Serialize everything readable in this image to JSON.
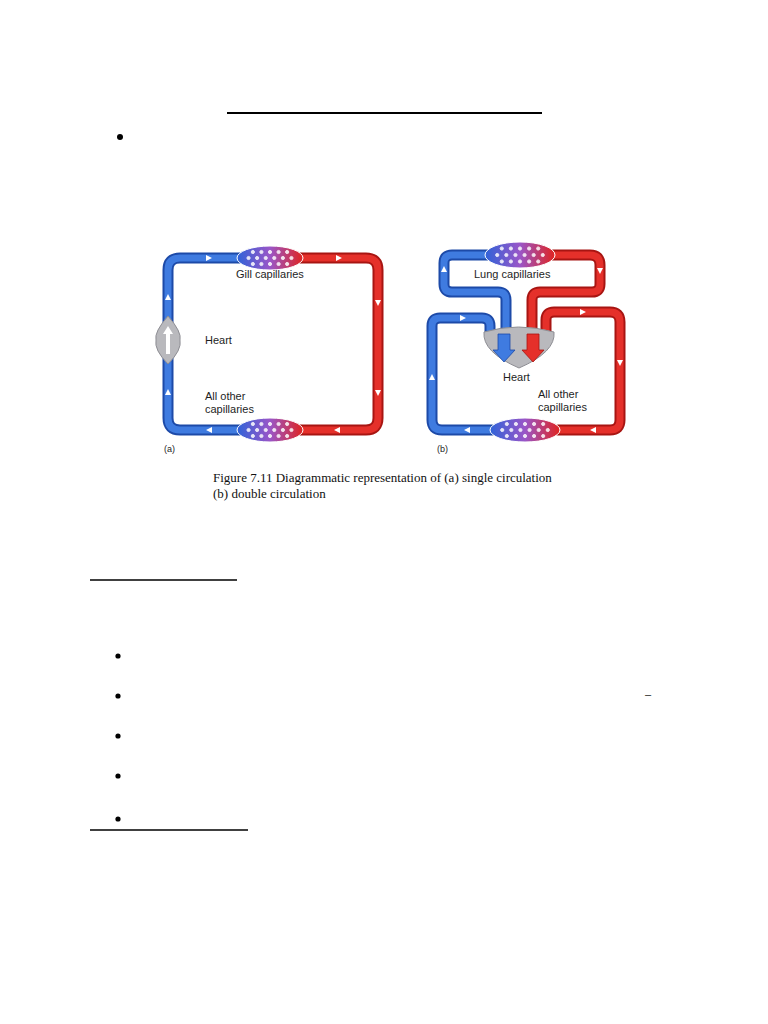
{
  "diagram": {
    "caption": "Figure 7.11 Diagrammatic representation of (a) single circulation (b) double circulation",
    "labels": [
      "Gill capillaries",
      "Heart",
      "All other capillaries",
      "(a)",
      "Lung capillaries",
      "Heart",
      "All other capillaries",
      "(b)",
      "–"
    ]
  }
}
